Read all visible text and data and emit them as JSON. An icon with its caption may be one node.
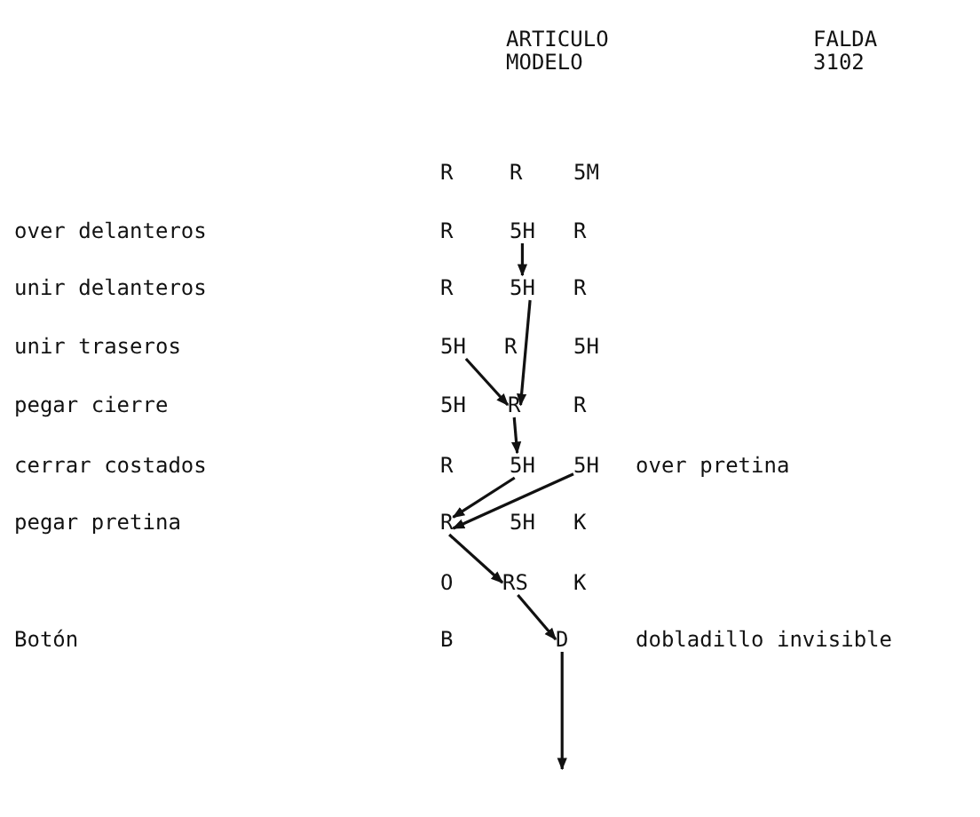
{
  "diagram": {
    "nodes": [
      {
        "text": [
          "5H"
        ]
      },
      {
        "text": [
          "5H"
        ]
      },
      {
        "text": [
          "5H"
        ]
      },
      {
        "text": [
          "R"
        ]
      },
      {
        "text": [
          "5H"
        ]
      },
      {
        "text": [
          "5H"
        ]
      },
      {
        "text": [
          "R"
        ]
      },
      {
        "text": [
          "RS"
        ]
      },
      {
        "text": [
          "D"
        ]
      }
    ],
    "edges": [
      {
        "from": 0,
        "to": 1,
        "arrow": "to"
      },
      {
        "from": 1,
        "to": 3,
        "arrow": "to"
      },
      {
        "from": 2,
        "to": 3,
        "arrow": "to"
      },
      {
        "from": 3,
        "to": 4,
        "arrow": "to"
      },
      {
        "from": 4,
        "to": 6,
        "arrow": "to"
      },
      {
        "from": 5,
        "to": 6,
        "arrow": "to"
      },
      {
        "from": 6,
        "to": 7,
        "arrow": "to"
      },
      {
        "from": 7,
        "to": 8,
        "arrow": "to"
      },
      {
        "from": 8,
        "to": null,
        "arrow": "to"
      }
    ],
    "labels": [
      "ARTICULO",
      "FALDA",
      "MODELO",
      "3102",
      "R",
      "R",
      "5M",
      "over delanteros",
      "R",
      "R",
      "unir delanteros",
      "R",
      "R",
      "unir traseros",
      "R",
      "5H",
      "pegar cierre",
      "5H",
      "R",
      "cerrar costados",
      "R",
      "over pretina",
      "pegar pretina",
      "5H",
      "K",
      "O",
      "K",
      "Botón",
      "B",
      "dobladillo invisible"
    ]
  }
}
